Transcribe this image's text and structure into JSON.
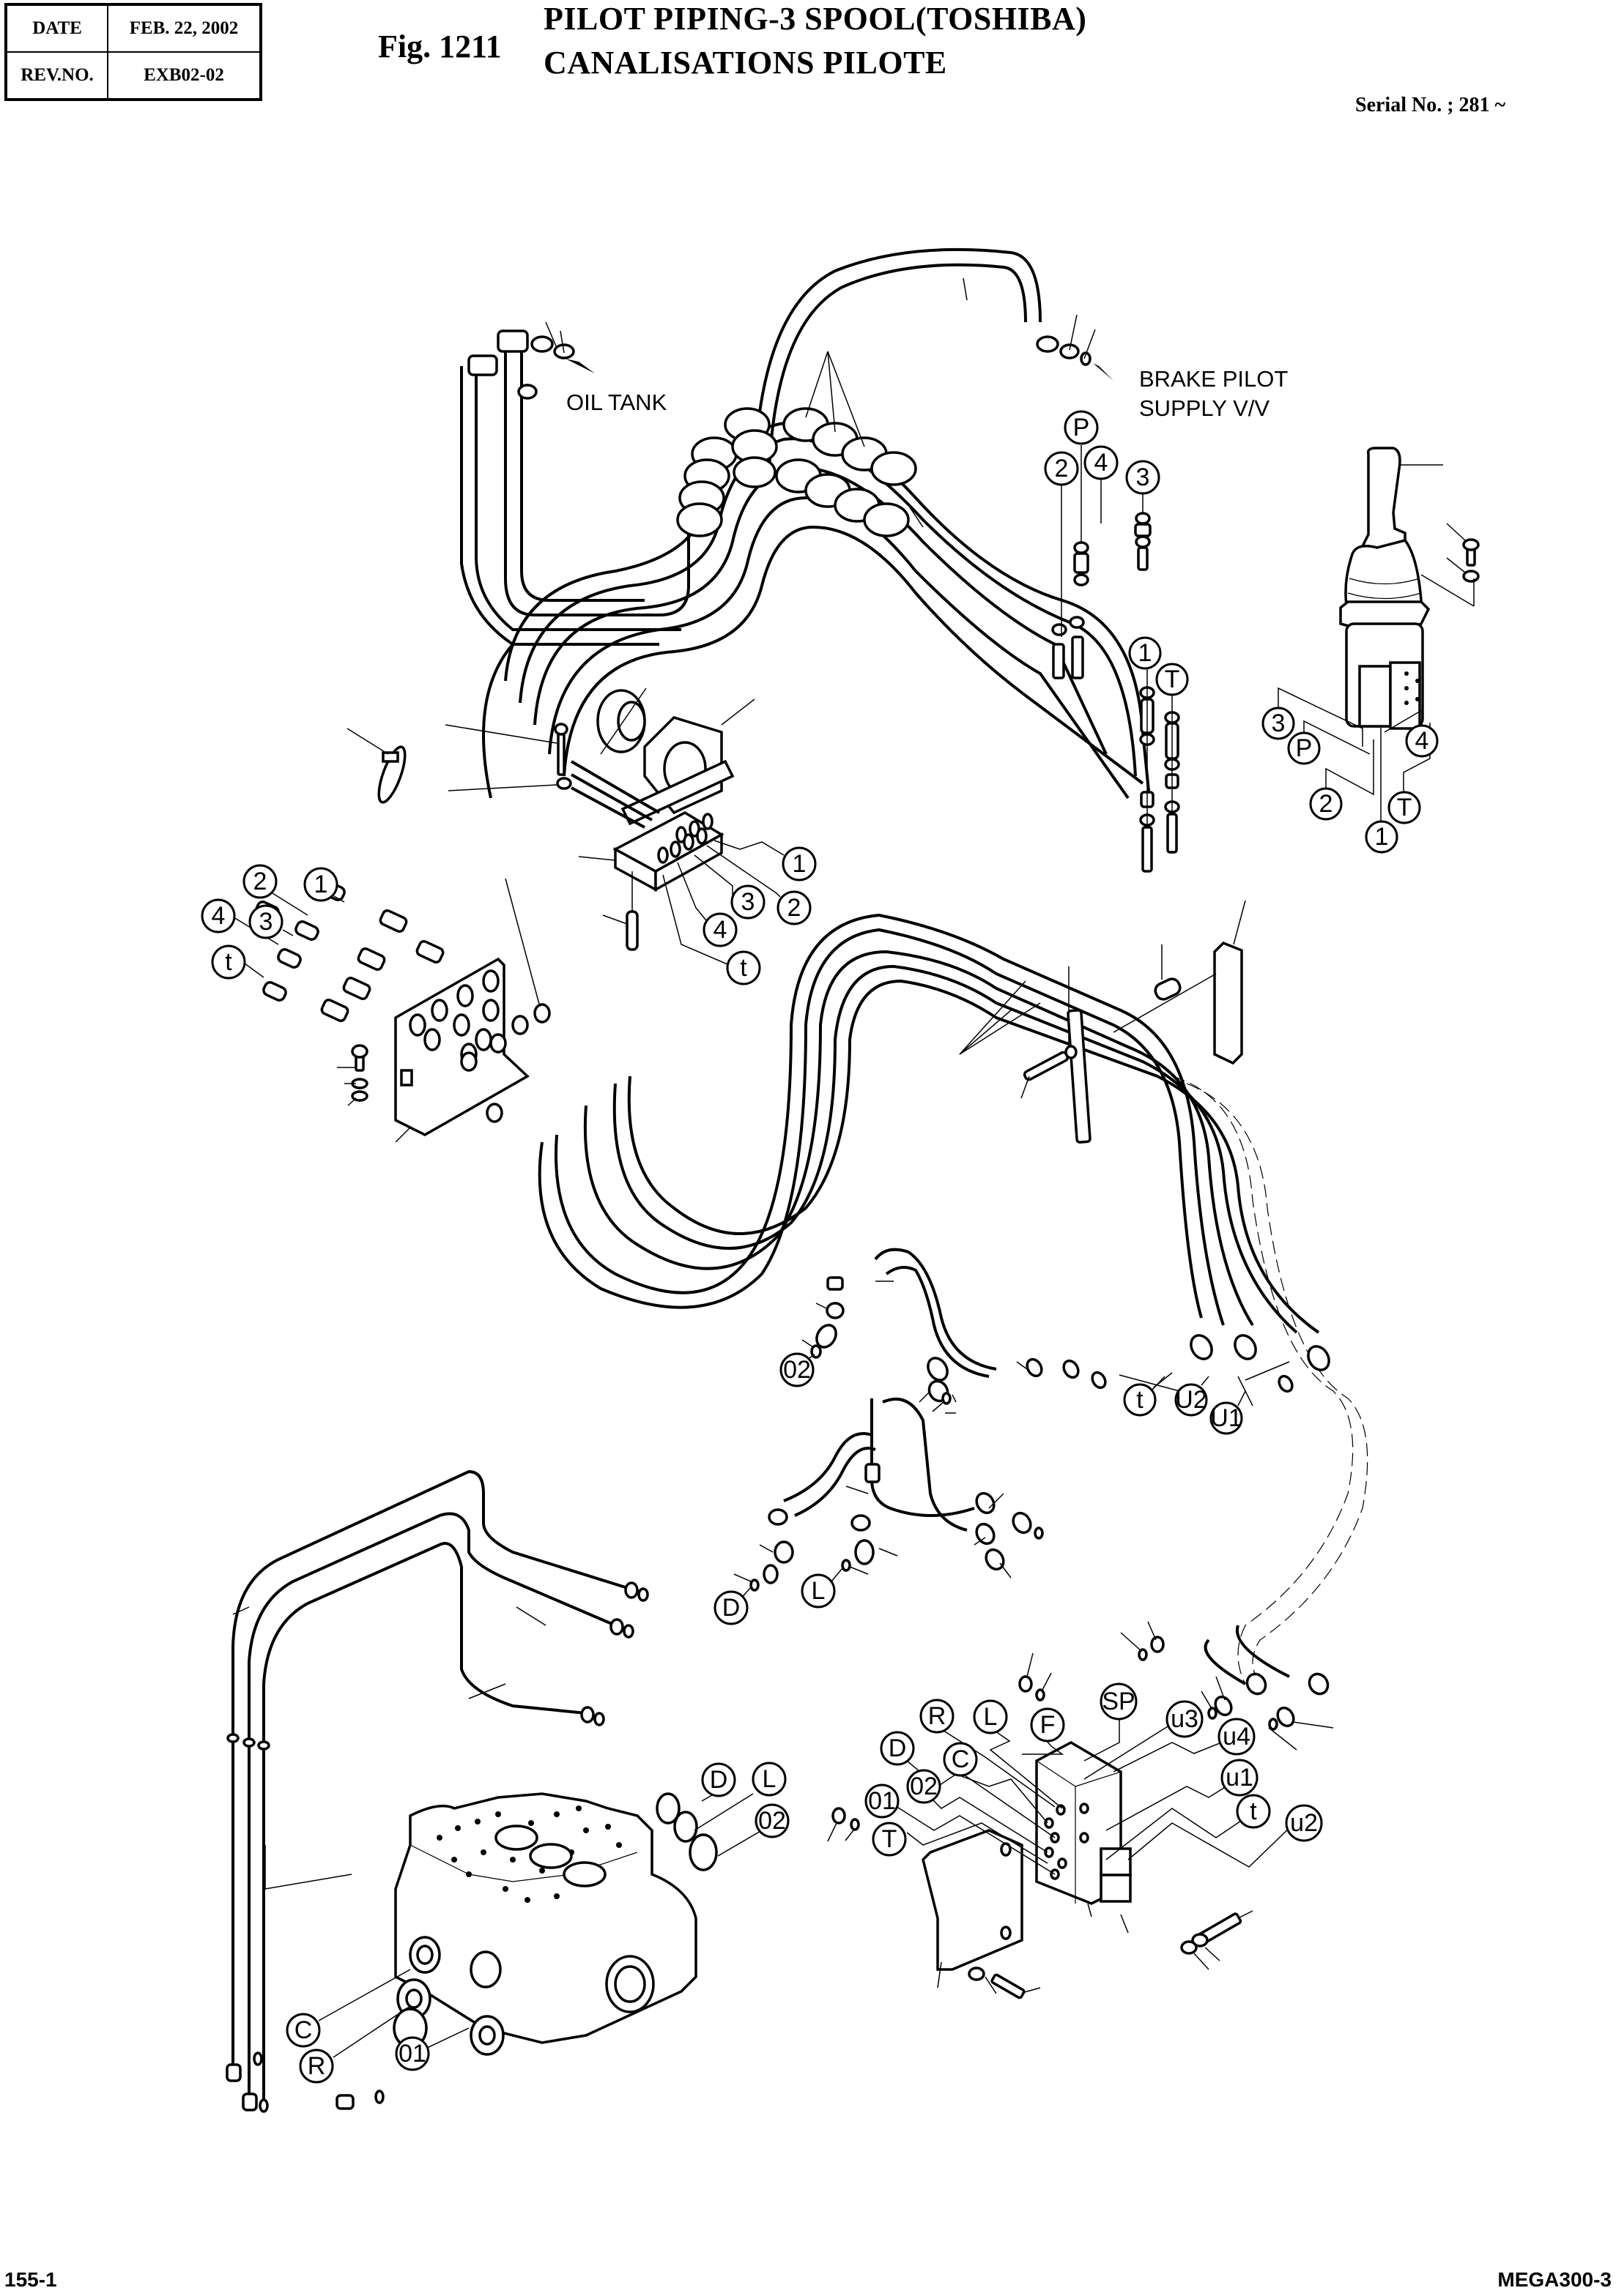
{
  "header": {
    "date_label": "DATE",
    "date_value": "FEB. 22, 2002",
    "rev_label": "REV.NO.",
    "rev_value": "EXB02-02",
    "figure": "Fig. 1211",
    "title_en": "PILOT PIPING-3 SPOOL(TOSHIBA)",
    "title_fr": "CANALISATIONS PILOTE",
    "serial": "Serial No. ; 281 ~"
  },
  "notes": {
    "oil_tank": "OIL TANK",
    "brake_line1": "BRAKE PILOT",
    "brake_line2": "SUPPLY V/V"
  },
  "callouts": {
    "top_joint": [
      "P",
      "2",
      "4",
      "3"
    ],
    "top_joint_lower": [
      "1",
      "T"
    ],
    "joystick_ports": [
      "3",
      "P",
      "2",
      "1",
      "T",
      "4"
    ],
    "block_ports": [
      "1",
      "3",
      "2",
      "4",
      "t"
    ],
    "plate_fittings": [
      "2",
      "1",
      "4",
      "3",
      "t"
    ],
    "hose_ends_mid": [
      "02"
    ],
    "hose_ends_right": [
      "t",
      "U2",
      "U1"
    ],
    "hose_ends_lower": [
      "D",
      "L"
    ],
    "manifold": [
      "R",
      "L",
      "F",
      "SP",
      "D",
      "C",
      "02",
      "01",
      "T",
      "u3",
      "u4",
      "u1",
      "t",
      "u2"
    ],
    "valve_top": [
      "D",
      "L",
      "02"
    ],
    "valve_bottom": [
      "C",
      "R",
      "01"
    ]
  },
  "footer": {
    "page": "155-1",
    "model": "MEGA300-3"
  }
}
